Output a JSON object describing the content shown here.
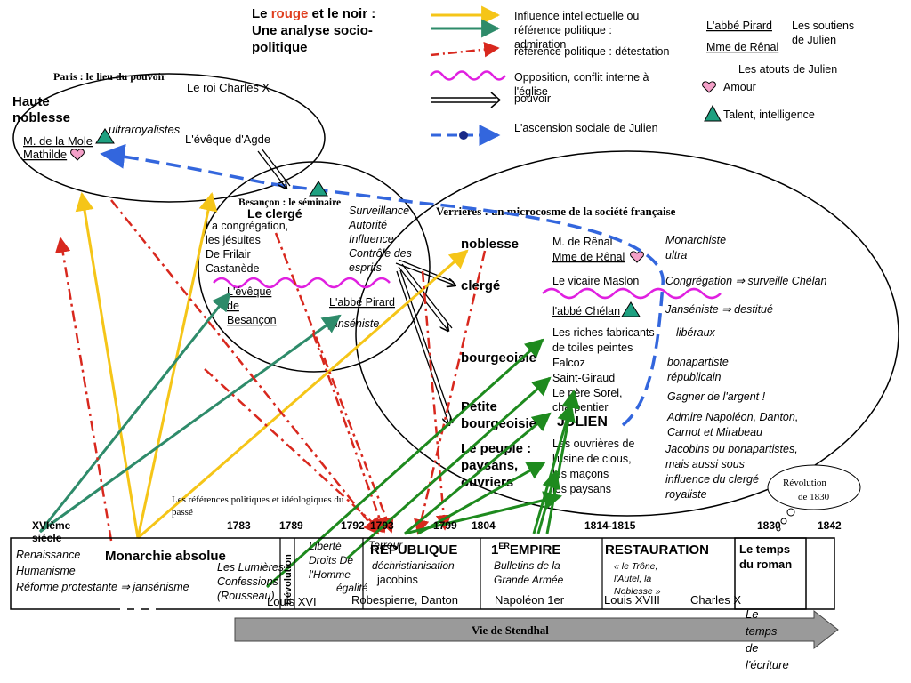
{
  "title": {
    "line1_prefix": "Le ",
    "line1_red": "rouge",
    "line1_suffix": " et le noir :",
    "line2": "Une analyse socio-",
    "line3": "politique"
  },
  "legend": {
    "influence_1": "Influence intellectuelle ou",
    "influence_2": "référence politique :",
    "influence_3": "admiration",
    "detest": "référence politique : détestation",
    "opposition_1": "Opposition, conflit interne à",
    "opposition_2": "l'église",
    "pouvoir": "pouvoir",
    "ascension": "L'ascension sociale de Julien",
    "pirard": "L'abbé Pirard",
    "renal": "Mme de Rênal",
    "soutiens_1": "Les soutiens",
    "soutiens_2": "de Julien",
    "atouts": "Les atouts de Julien",
    "amour": "Amour",
    "talent": "Talent, intelligence"
  },
  "paris": {
    "title": "Paris : le lieu du pouvoir",
    "roi": "Le roi Charles X",
    "haute_1": "Haute",
    "haute_2": "noblesse",
    "ultra": "ultraroyalistes",
    "mole": "M. de la Mole",
    "mathilde": "Mathilde",
    "eveque_agde": "L'évêque d'Agde"
  },
  "besancon": {
    "title": "Besançon : le séminaire",
    "clerge": "Le clergé",
    "congregation_1": "La congrégation,",
    "congregation_2": "les jésuites",
    "frilair_1": "De Frilair",
    "frilair_2": "Castanède",
    "surv_1": "Surveillance",
    "surv_2": "Autorité",
    "surv_3": "Influence",
    "surv_4": "Contrôle des",
    "surv_5": "esprits",
    "eveque_1": "L'évêque",
    "eveque_2": "de",
    "eveque_3": "Besançon",
    "pirard": "L'abbé Pirard",
    "janseniste": "janséniste"
  },
  "verrieres": {
    "title": "Verrières : un microcosme de la société française",
    "noblesse": "noblesse",
    "clerge": "clergé",
    "bourgeoisie": "bourgeoisie",
    "petite_1": "Petite",
    "petite_2": "bourgeoisie",
    "peuple_1": "Le peuple :",
    "peuple_2": "paysans,",
    "peuple_3": "ouvriers",
    "renal_m": "M. de Rênal",
    "renal_mme": "Mme de Rênal",
    "maslon": "Le vicaire Maslon",
    "chelan": "l'abbé Chélan",
    "riches_1": "Les riches fabricants",
    "riches_2": "de toiles peintes",
    "falcoz": "Falcoz",
    "saint_giraud": "Saint-Giraud",
    "sorel_1": "Le père Sorel,",
    "sorel_2": "charpentier",
    "julien": "JULIEN",
    "ouvr_1": "Les ouvrières de",
    "ouvr_2": "l'usine de clous,",
    "ouvr_3": "les maçons",
    "ouvr_4": "les paysans",
    "r_monarchiste_1": "Monarchiste",
    "r_monarchiste_2": "ultra",
    "r_congregation": "Congrégation ⇒ surveille Chélan",
    "r_janseniste": "Janséniste ⇒ destitué",
    "r_liberaux": "libéraux",
    "r_bona_1": "bonapartiste",
    "r_bona_2": "républicain",
    "r_gagner": "Gagner de l'argent !",
    "r_admire_1": "Admire Napoléon, Danton,",
    "r_admire_2": "Carnot  et Mirabeau",
    "r_jacob_1": "Jacobins ou bonapartistes,",
    "r_jacob_2": "mais aussi sous",
    "r_jacob_3": "influence du clergé",
    "r_jacob_4": "royaliste"
  },
  "timeline": {
    "refs_1": "Les références politiques et idéologiques du",
    "refs_2": "passé",
    "y_16a": "XVIème",
    "y_16b": "siècle",
    "y_1783": "1783",
    "y_1789": "1789",
    "y_1792": "1792",
    "y_1793": "1793",
    "y_1799": "1799",
    "y_1804": "1804",
    "y_1814": "1814-1815",
    "y_1830": "1830",
    "y_1842": "1842",
    "c1_1": "Renaissance",
    "c1_2": "Humanisme",
    "c1_3": "Réforme protestante ⇒ jansénisme",
    "monarchie": "Monarchie absolue",
    "lumieres_1": "Les Lumières",
    "lumieres_2": "Confessions",
    "lumieres_3": "(Rousseau)",
    "revolution": "Révolution",
    "louis16": "Louis XVI",
    "liberte_1": "Liberté",
    "liberte_2": "Droits De",
    "liberte_3": "l'Homme",
    "egalite": "égalité",
    "terreur": "Terreur",
    "republique": "REPUBLIQUE",
    "dechrist": "déchristianisation",
    "jacobins": "jacobins",
    "robespierre": "Robespierre, Danton",
    "empire_1er": "1",
    "empire_er": "ER",
    "empire": "EMPIRE",
    "bulletins_1": "Bulletins de la",
    "bulletins_2": "Grande Armée",
    "napoleon": "Napoléon 1er",
    "restauration": "RESTAURATION",
    "trone_1": "« le Trône,",
    "trone_2": "l'Autel, la",
    "trone_3": "Noblesse »",
    "louis18": "Louis XVIII",
    "charles10": "Charles X",
    "roman_1": "Le temps",
    "roman_2": "du roman",
    "revolution1830_1": "Révolution",
    "revolution1830_2": "de 1830",
    "stendhal": "Vie de Stendhal",
    "ecriture_1": "Le",
    "ecriture_2": "temps",
    "ecriture_3": "de",
    "ecriture_4": "l'écriture"
  },
  "colors": {
    "yellow": "#F5C518",
    "teal": "#2E8B6A",
    "red": "#D8281E",
    "magenta": "#E020E0",
    "blue": "#3366DD",
    "green": "#1E8A1E",
    "title_red": "#E04020"
  }
}
